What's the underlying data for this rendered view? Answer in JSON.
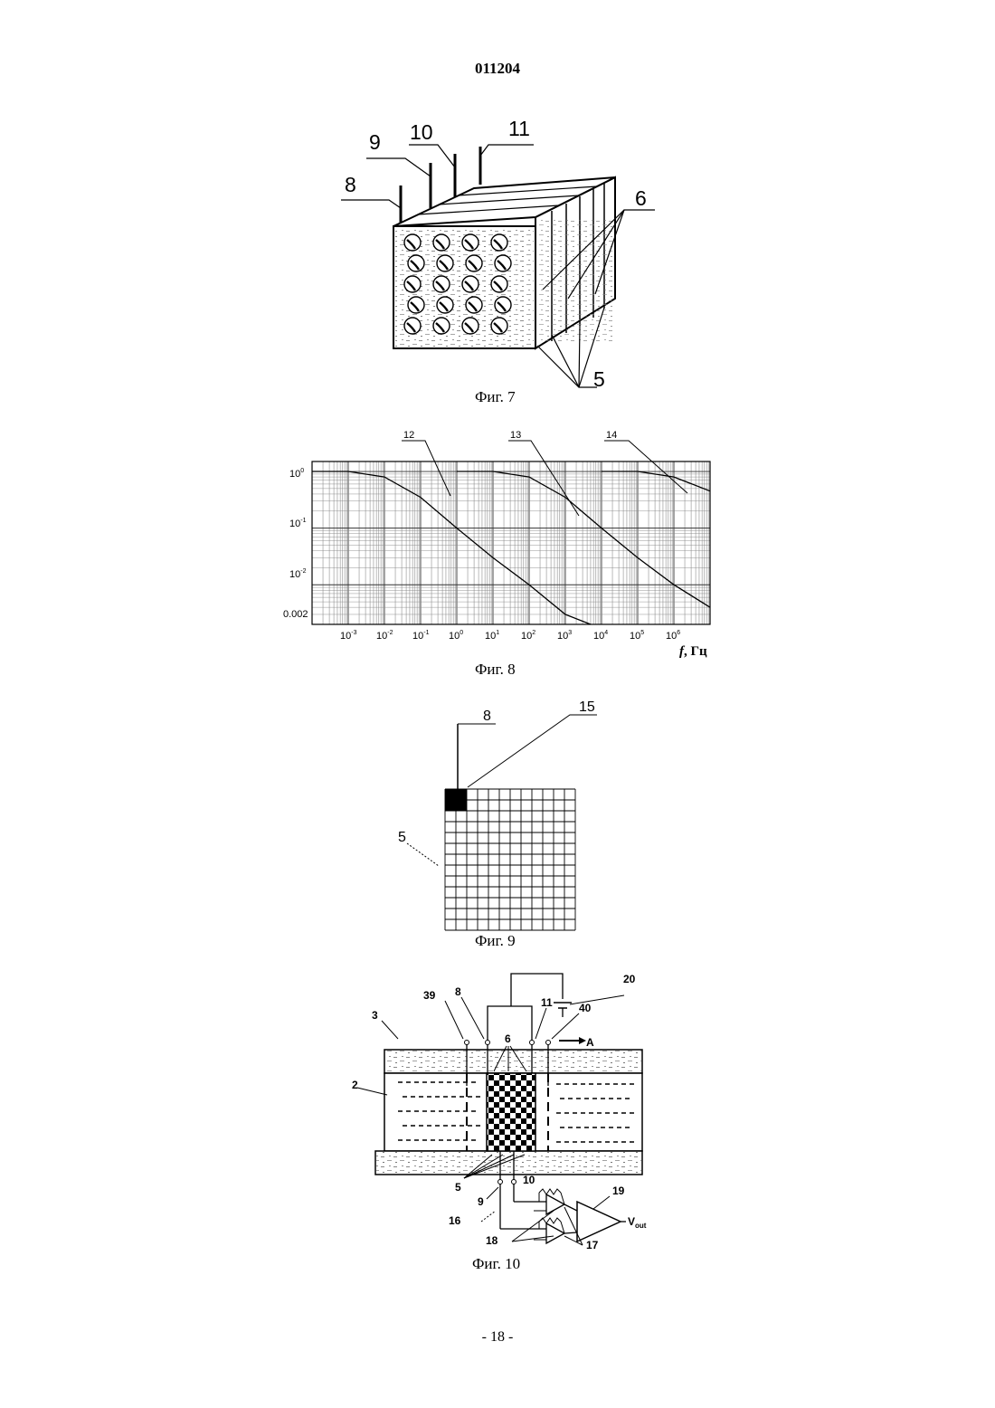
{
  "header": {
    "doc_number": "011204"
  },
  "fig7": {
    "caption": "Фиг. 7",
    "labels": {
      "l8": "8",
      "l9": "9",
      "l10": "10",
      "l11": "11",
      "l6": "6",
      "l5": "5"
    }
  },
  "fig8": {
    "caption": "Фиг. 8",
    "curve_labels": {
      "c12": "12",
      "c13": "13",
      "c14": "14"
    },
    "ytick_labels": {
      "t0": "10",
      "t0e": "0",
      "t1": "10",
      "t1e": "-1",
      "t2": "10",
      "t2e": "-2",
      "t3": "0.002"
    },
    "xtick_labels": [
      {
        "b": "10",
        "e": "-3"
      },
      {
        "b": "10",
        "e": "-2"
      },
      {
        "b": "10",
        "e": "-1"
      },
      {
        "b": "10",
        "e": "0"
      },
      {
        "b": "10",
        "e": "1"
      },
      {
        "b": "10",
        "e": "2"
      },
      {
        "b": "10",
        "e": "3"
      },
      {
        "b": "10",
        "e": "4"
      },
      {
        "b": "10",
        "e": "5"
      },
      {
        "b": "10",
        "e": "6"
      }
    ],
    "xlabel_f": "f",
    "xlabel_unit": ", Гц"
  },
  "fig9": {
    "caption": "Фиг. 9",
    "labels": {
      "l8": "8",
      "l15": "15",
      "l5": "5"
    }
  },
  "fig10": {
    "caption": "Фиг. 10",
    "labels": {
      "l39": "39",
      "l8": "8",
      "l11": "11",
      "l20": "20",
      "l40": "40",
      "l3": "3",
      "l6": "6",
      "lA": "A",
      "l2": "2",
      "l5": "5",
      "l10": "10",
      "l9": "9",
      "l19": "19",
      "l16": "16",
      "l18": "18",
      "l17": "17",
      "lV": "V",
      "lVsub": "out"
    }
  },
  "footer": {
    "page": "- 18 -"
  },
  "chart_data": {
    "type": "line",
    "x_scale": "log",
    "y_scale": "log",
    "xlim": [
      0.0001,
      10000000
    ],
    "ylim": [
      0.002,
      1.5
    ],
    "xlabel": "f, Гц",
    "ylabel": "",
    "grid": true,
    "series": [
      {
        "name": "12",
        "x": [
          0.0001,
          0.001,
          0.01,
          0.1,
          1,
          10,
          100,
          1000,
          5000
        ],
        "y": [
          1,
          1,
          0.8,
          0.35,
          0.1,
          0.03,
          0.01,
          0.003,
          0.002
        ]
      },
      {
        "name": "13",
        "x": [
          1,
          10,
          100,
          1000,
          10000,
          100000,
          1000000,
          10000000
        ],
        "y": [
          1,
          1,
          0.8,
          0.35,
          0.1,
          0.03,
          0.01,
          0.004
        ]
      },
      {
        "name": "14",
        "x": [
          10000,
          100000,
          1000000,
          10000000
        ],
        "y": [
          1,
          1,
          0.8,
          0.45
        ]
      }
    ]
  }
}
